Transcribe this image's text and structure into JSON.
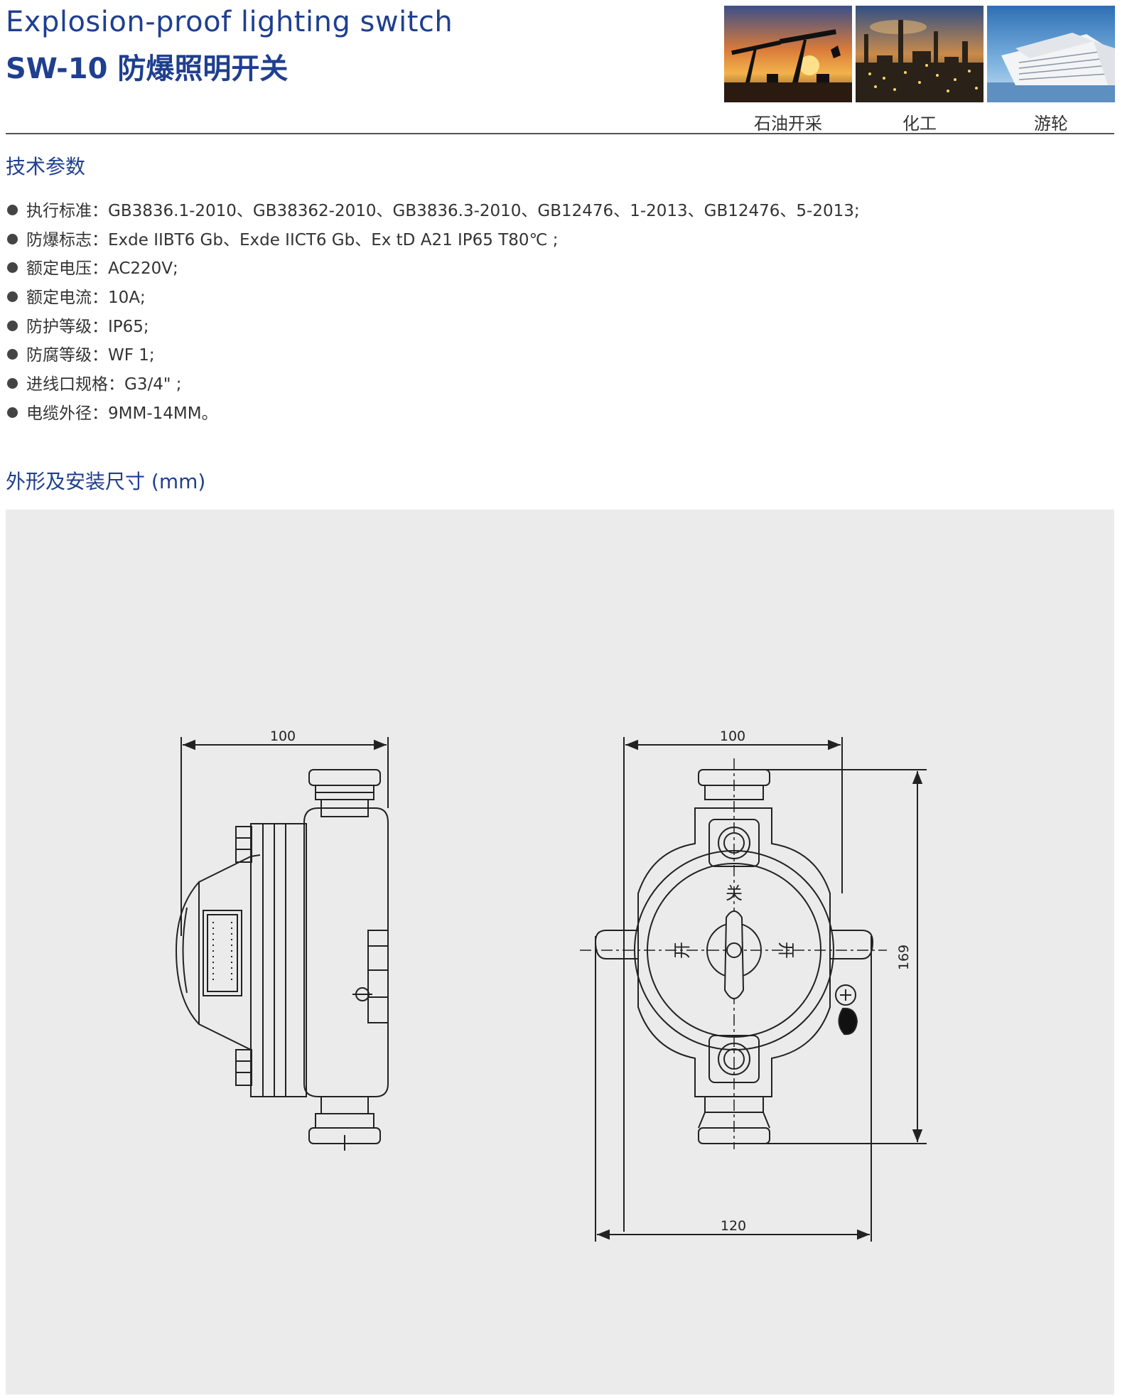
{
  "header": {
    "title_en": "Explosion-proof lighting switch",
    "title_cn": "SW-10 防爆照明开关"
  },
  "applications": [
    {
      "label": "石油开采",
      "icon": "oil-pump-image"
    },
    {
      "label": "化工",
      "icon": "chemical-plant-image"
    },
    {
      "label": "游轮",
      "icon": "cruise-ship-image"
    }
  ],
  "tech": {
    "title": "技术参数",
    "items": [
      {
        "label": "执行标准：",
        "value": "GB3836.1-2010、GB38362-2010、GB3836.3-2010、GB12476、1-2013、GB12476、5-2013;"
      },
      {
        "label": "防爆标志：",
        "value": "Exde IIBT6 Gb、Exde IICT6 Gb、Ex tD A21 IP65 T80℃ ;"
      },
      {
        "label": "额定电压：",
        "value": "AC220V;"
      },
      {
        "label": "额定电流：",
        "value": "10A;"
      },
      {
        "label": "防护等级：",
        "value": "IP65;"
      },
      {
        "label": "防腐等级：",
        "value": "WF 1;"
      },
      {
        "label": "进线口规格：",
        "value": "G3/4\" ;"
      },
      {
        "label": "电缆外径：",
        "value": "9MM-14MM。"
      }
    ]
  },
  "dimensions": {
    "title": "外形及安装尺寸 (mm)",
    "side_width": "100",
    "front_width": "100",
    "front_height": "169",
    "front_mount_width": "120",
    "switch_off": "关",
    "switch_on_left": "开",
    "switch_on_right": "开"
  },
  "colors": {
    "accent": "#1f3f8f",
    "panel_bg": "#ebebeb",
    "rule": "#555555"
  }
}
